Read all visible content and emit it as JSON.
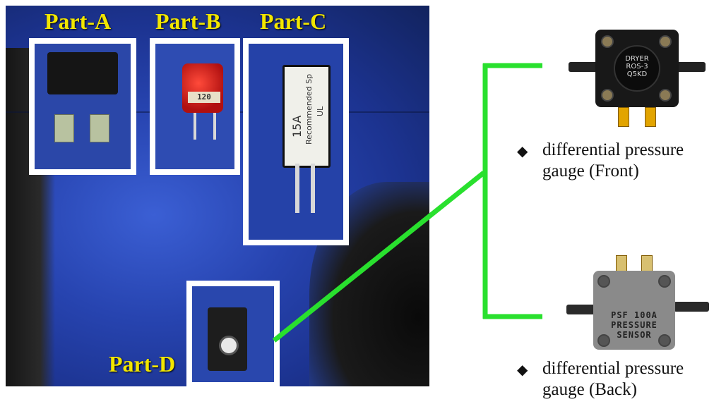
{
  "labels": {
    "part_a": "Part-A",
    "part_b": "Part-B",
    "part_c": "Part-C",
    "part_d": "Part-D"
  },
  "part_b_band": "120",
  "part_c_text": [
    "15A",
    "Recommended Sp",
    "UL"
  ],
  "gauge_front": {
    "bullet": "◆",
    "caption_line1": "differential pressure",
    "caption_line2": "gauge (Front)",
    "face_text": [
      "DRYER",
      "ROS-3",
      "Q5KD"
    ]
  },
  "gauge_back": {
    "bullet": "◆",
    "caption_line1": "differential pressure",
    "caption_line2": "gauge (Back)",
    "label_lines": [
      "PSF 100A",
      "PRESSURE",
      "SENSOR"
    ]
  },
  "colors": {
    "label_yellow": "#f2e600",
    "connector_green": "#29e02e",
    "panel_blue": "#2744b0"
  }
}
